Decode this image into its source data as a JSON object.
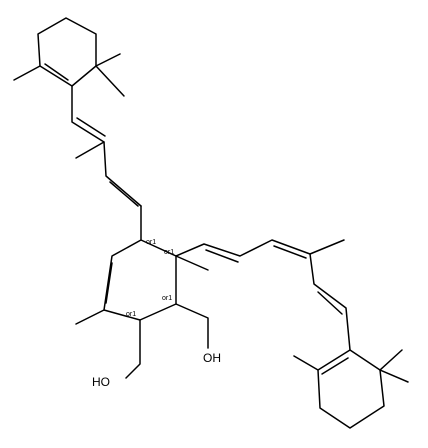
{
  "atoms": {
    "hydroxyl_left": "HO",
    "hydroxyl_right": "OH"
  },
  "stereo_labels": {
    "c1": "or1",
    "c2": "or1",
    "c3": "or1",
    "c4": "or1"
  }
}
